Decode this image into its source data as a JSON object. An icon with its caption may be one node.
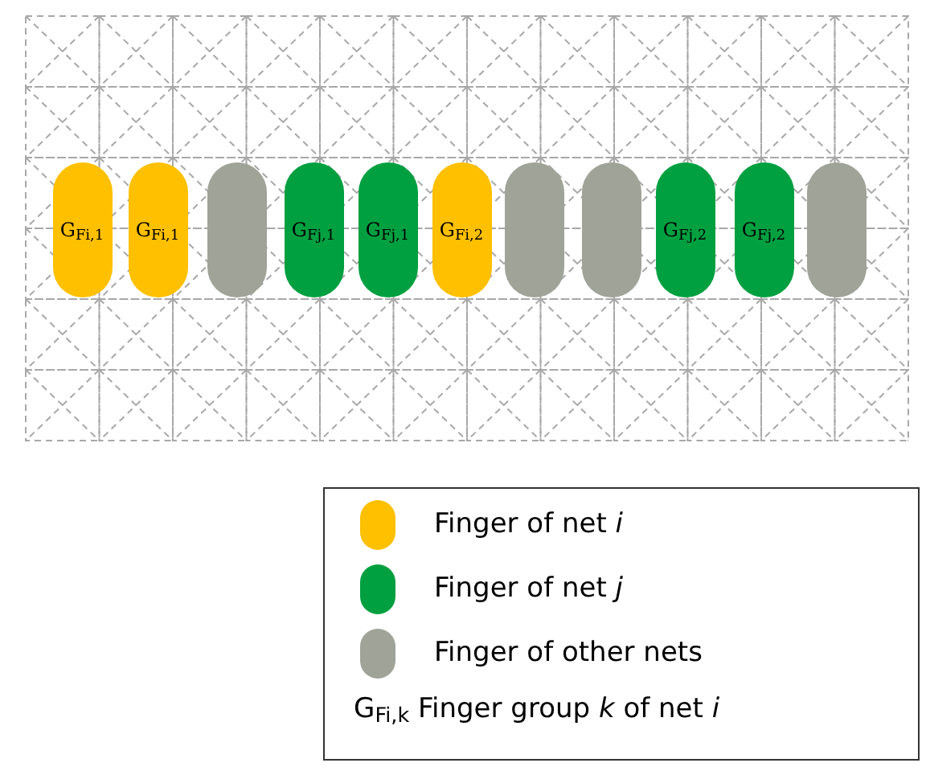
{
  "diagram": {
    "nodes": [
      {
        "text": [
          "G$_{Fi,1}$"
        ]
      },
      {
        "text": [
          "G$_{Fi,1}$"
        ]
      },
      {
        "text": [],
        "shape": "pill"
      },
      {
        "text": [
          "G$_{Fj,1}$"
        ]
      },
      {
        "text": [
          "G$_{Fj,1}$"
        ]
      },
      {
        "text": [
          "G$_{Fi,2}$"
        ]
      },
      {
        "text": [],
        "shape": "pill"
      },
      {
        "text": [],
        "shape": "pill"
      },
      {
        "text": [
          "G$_{Fj,2}$"
        ]
      },
      {
        "text": [
          "G$_{Fj,2}$"
        ]
      },
      {
        "text": [],
        "shape": "pill"
      }
    ],
    "edges": [],
    "legend": [
      {
        "text": "Finger of net *i*",
        "color": "#ffc000"
      },
      {
        "text": "Finger of net *j*",
        "color": "#00a040"
      },
      {
        "text": "Finger of other nets",
        "color": "#a0a398"
      },
      {
        "text": "G$_{Fi,k}$ Finger group *k* of net *i*"
      }
    ]
  }
}
